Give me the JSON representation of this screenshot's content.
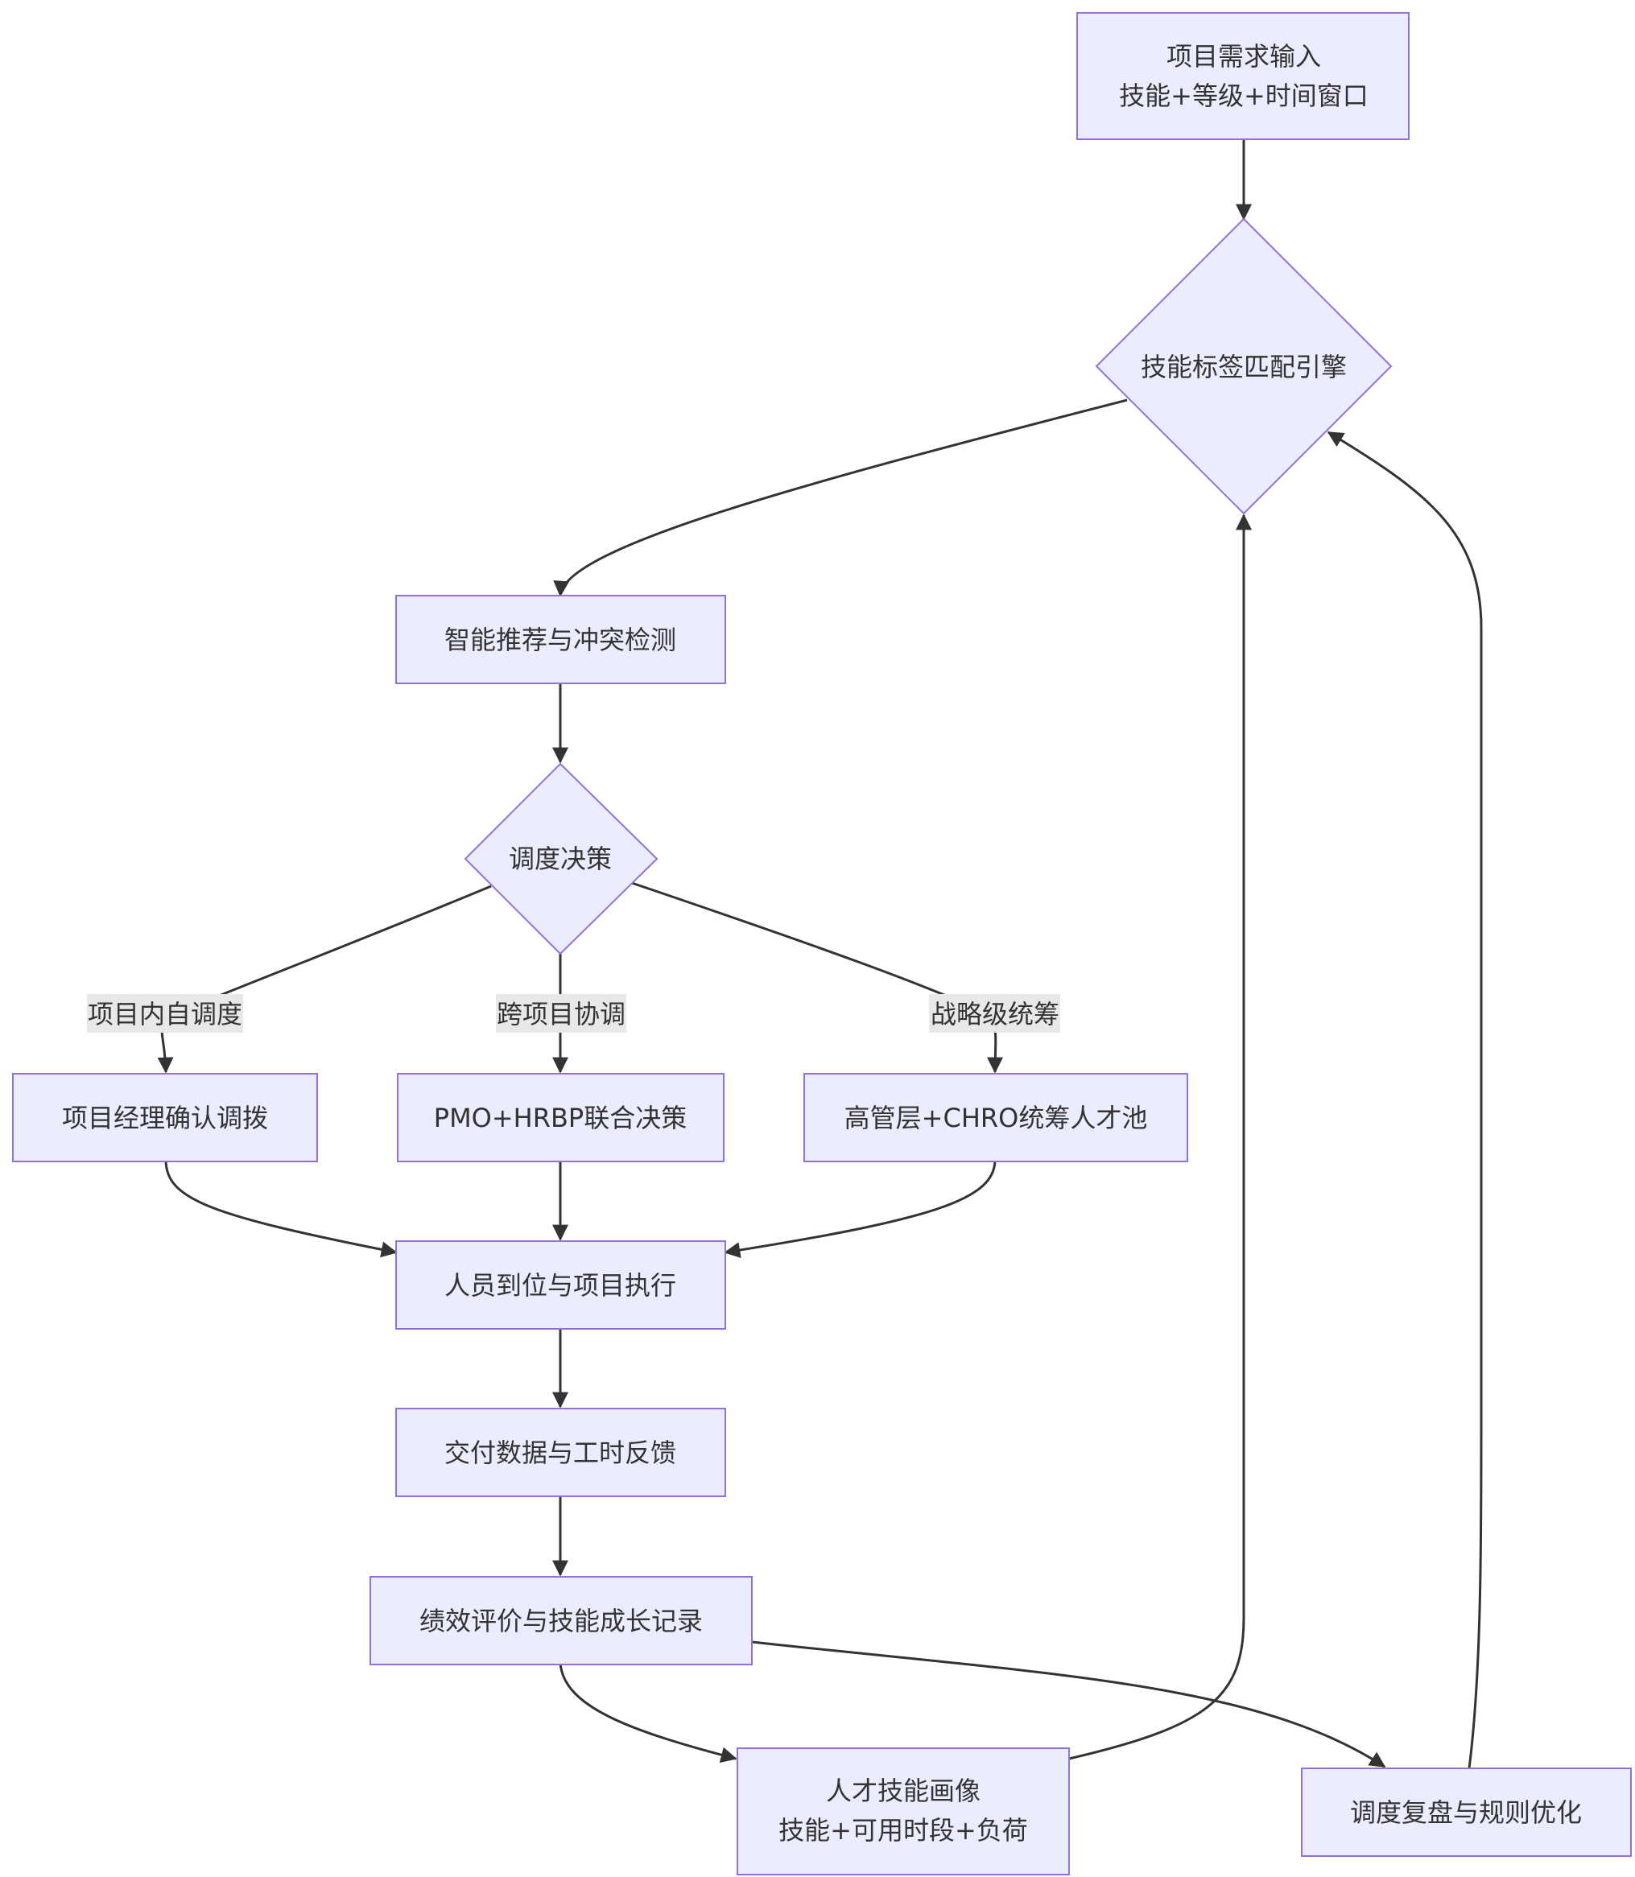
{
  "nodes": {
    "input": {
      "lines": [
        "项目需求输入",
        "技能+等级+时间窗口"
      ]
    },
    "match": {
      "lines": [
        "技能标签匹配引擎"
      ]
    },
    "recommend": {
      "lines": [
        "智能推荐与冲突检测"
      ]
    },
    "decision": {
      "lines": [
        "调度决策"
      ]
    },
    "pm_confirm": {
      "lines": [
        "项目经理确认调拨"
      ]
    },
    "pmo_hrbp": {
      "lines": [
        "PMO+HRBP联合决策"
      ]
    },
    "exec_chro": {
      "lines": [
        "高管层+CHRO统筹人才池"
      ]
    },
    "onboard": {
      "lines": [
        "人员到位与项目执行"
      ]
    },
    "delivery": {
      "lines": [
        "交付数据与工时反馈"
      ]
    },
    "performance": {
      "lines": [
        "绩效评价与技能成长记录"
      ]
    },
    "profile": {
      "lines": [
        "人才技能画像",
        "技能+可用时段+负荷"
      ]
    },
    "review": {
      "lines": [
        "调度复盘与规则优化"
      ]
    }
  },
  "edge_labels": {
    "internal": "项目内自调度",
    "cross": "跨项目协调",
    "strategic": "战略级统筹"
  },
  "colors": {
    "node_fill": "#ececff",
    "node_stroke": "#9370db",
    "edge": "#333333",
    "label_bg": "#e8e8e8",
    "text": "#333333"
  }
}
